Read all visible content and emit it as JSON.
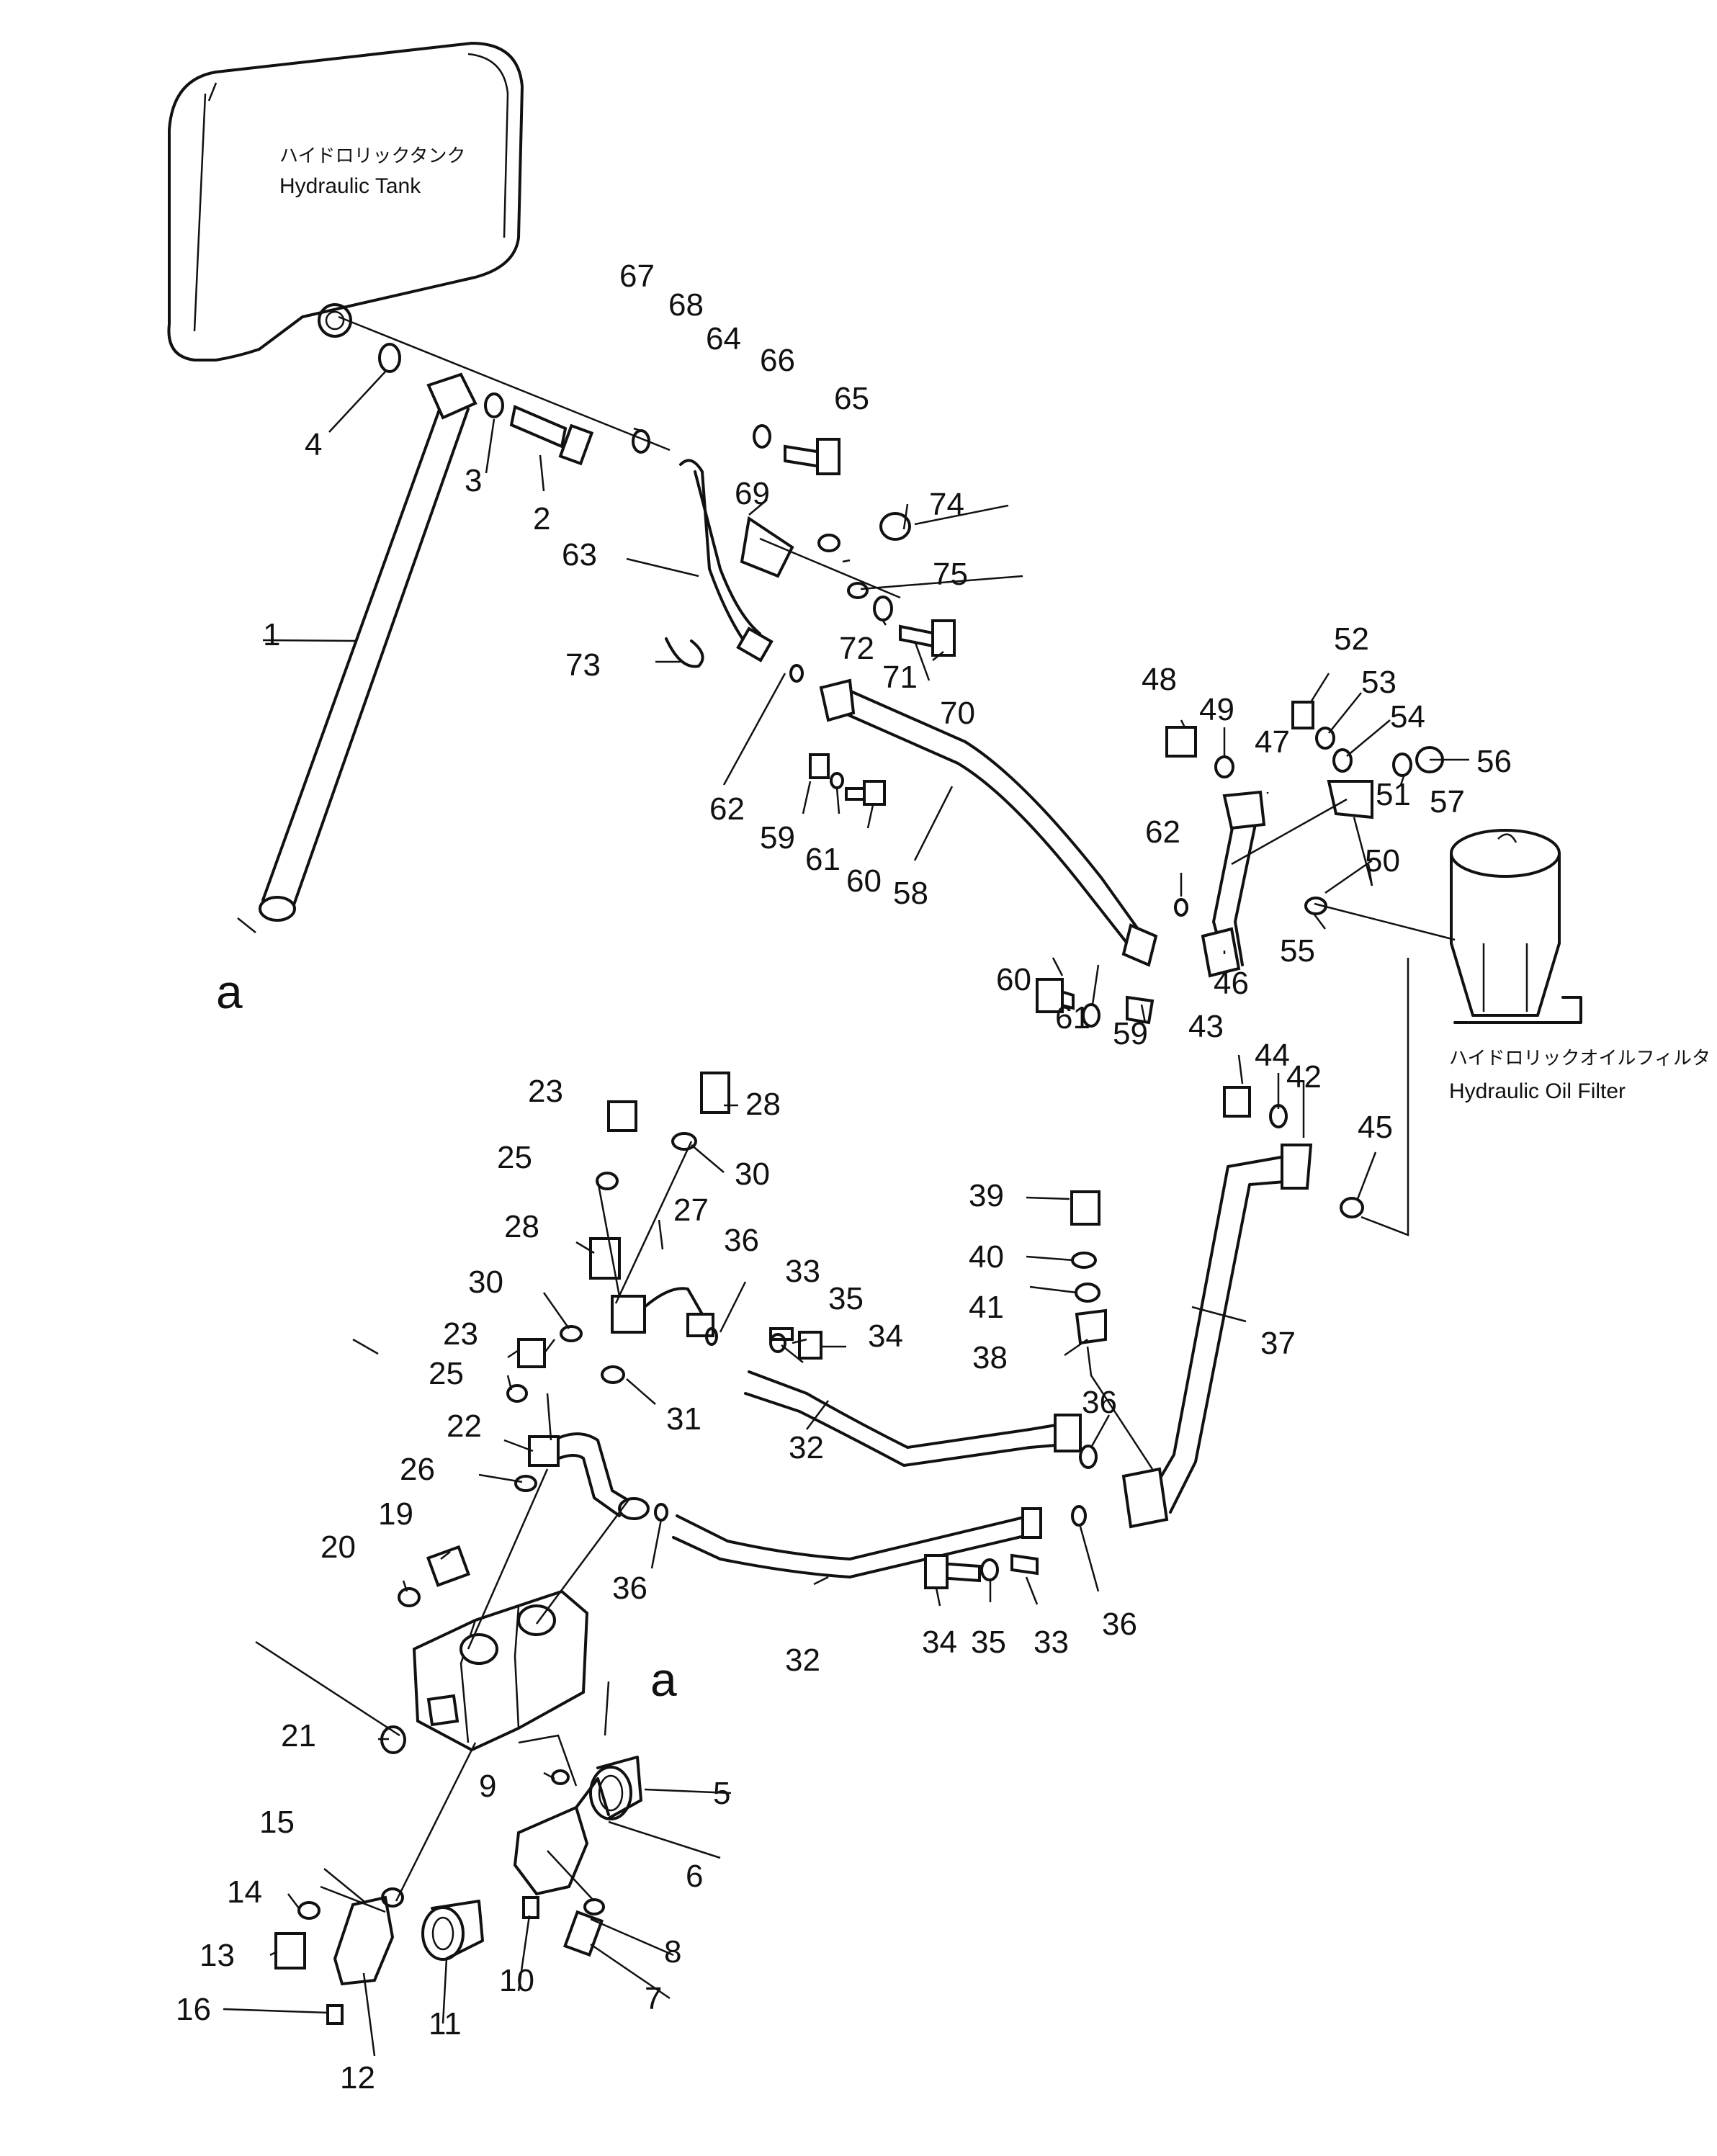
{
  "labels": {
    "tank_jp": "ハイドロリックタンク",
    "tank_en": "Hydraulic Tank",
    "filter_jp": "ハイドロリックオイルフィルタ",
    "filter_en": "Hydraulic Oil Filter",
    "ref_a": "a"
  },
  "callouts": [
    "1",
    "2",
    "3",
    "4",
    "5",
    "6",
    "7",
    "8",
    "9",
    "10",
    "11",
    "12",
    "13",
    "14",
    "15",
    "16",
    "19",
    "20",
    "21",
    "22",
    "23",
    "25",
    "26",
    "27",
    "28",
    "30",
    "31",
    "32",
    "33",
    "34",
    "35",
    "36",
    "37",
    "38",
    "39",
    "40",
    "41",
    "42",
    "43",
    "44",
    "45",
    "46",
    "47",
    "48",
    "49",
    "50",
    "51",
    "52",
    "53",
    "54",
    "55",
    "56",
    "57",
    "58",
    "59",
    "60",
    "61",
    "62",
    "63",
    "64",
    "65",
    "66",
    "67",
    "68",
    "69",
    "70",
    "71",
    "72",
    "73",
    "74",
    "75"
  ]
}
